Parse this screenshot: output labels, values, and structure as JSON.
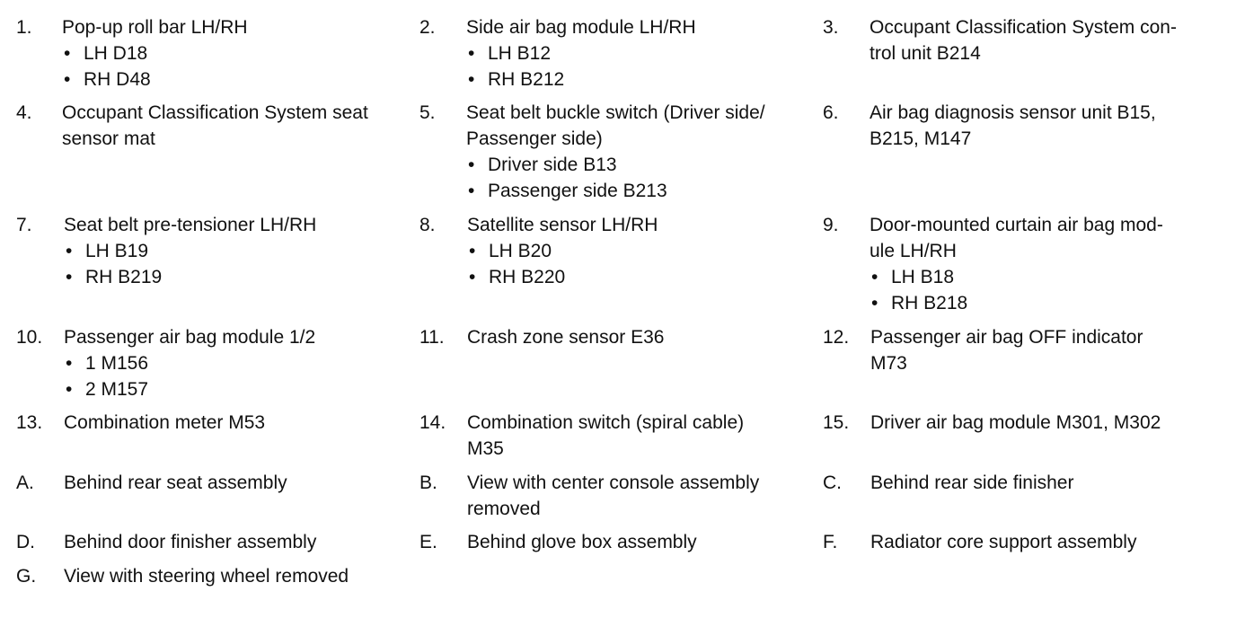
{
  "legend": {
    "items": [
      {
        "num": "1.",
        "lines": [
          "Pop-up roll bar LH/RH"
        ],
        "bullets": [
          "LH D18",
          "RH D48"
        ]
      },
      {
        "num": "2.",
        "lines": [
          "Side air bag module LH/RH"
        ],
        "bullets": [
          "LH B12",
          "RH B212"
        ]
      },
      {
        "num": "3.",
        "lines": [
          "Occupant Classification System con-",
          "trol unit B214"
        ],
        "bullets": []
      },
      {
        "num": "4.",
        "lines": [
          "Occupant Classification System seat",
          "sensor mat"
        ],
        "bullets": []
      },
      {
        "num": "5.",
        "lines": [
          "Seat belt buckle switch (Driver side/",
          "Passenger side)"
        ],
        "bullets": [
          "Driver side B13",
          "Passenger side B213"
        ]
      },
      {
        "num": "6.",
        "lines": [
          "Air bag diagnosis sensor unit B15,",
          "B215, M147"
        ],
        "bullets": []
      },
      {
        "num": "7.",
        "lines": [
          "Seat belt pre-tensioner LH/RH"
        ],
        "bullets": [
          "LH B19",
          "RH B219"
        ]
      },
      {
        "num": "8.",
        "lines": [
          "Satellite sensor LH/RH"
        ],
        "bullets": [
          "LH B20",
          "RH B220"
        ]
      },
      {
        "num": "9.",
        "lines": [
          "Door-mounted curtain air bag mod-",
          "ule LH/RH"
        ],
        "bullets": [
          "LH B18",
          "RH B218"
        ]
      },
      {
        "num": "10.",
        "lines": [
          "Passenger air bag module 1/2"
        ],
        "bullets": [
          "1 M156",
          "2 M157"
        ]
      },
      {
        "num": "11.",
        "lines": [
          "Crash zone sensor E36"
        ],
        "bullets": []
      },
      {
        "num": "12.",
        "lines": [
          "Passenger air bag OFF indicator",
          "M73"
        ],
        "bullets": []
      },
      {
        "num": "13.",
        "lines": [
          "Combination meter M53"
        ],
        "bullets": []
      },
      {
        "num": "14.",
        "lines": [
          "Combination switch (spiral cable)",
          "M35"
        ],
        "bullets": []
      },
      {
        "num": "15.",
        "lines": [
          "Driver air bag module M301, M302"
        ],
        "bullets": []
      },
      {
        "num": "A.",
        "lines": [
          "Behind rear seat assembly"
        ],
        "bullets": []
      },
      {
        "num": "B.",
        "lines": [
          "View with center console assembly",
          "removed"
        ],
        "bullets": []
      },
      {
        "num": "C.",
        "lines": [
          "Behind rear side finisher"
        ],
        "bullets": []
      },
      {
        "num": "D.",
        "lines": [
          "Behind door finisher assembly"
        ],
        "bullets": []
      },
      {
        "num": "E.",
        "lines": [
          "Behind glove box assembly"
        ],
        "bullets": []
      },
      {
        "num": "F.",
        "lines": [
          "Radiator core support assembly"
        ],
        "bullets": []
      },
      {
        "num": "G.",
        "lines": [
          "View with steering wheel removed"
        ],
        "bullets": []
      }
    ]
  }
}
